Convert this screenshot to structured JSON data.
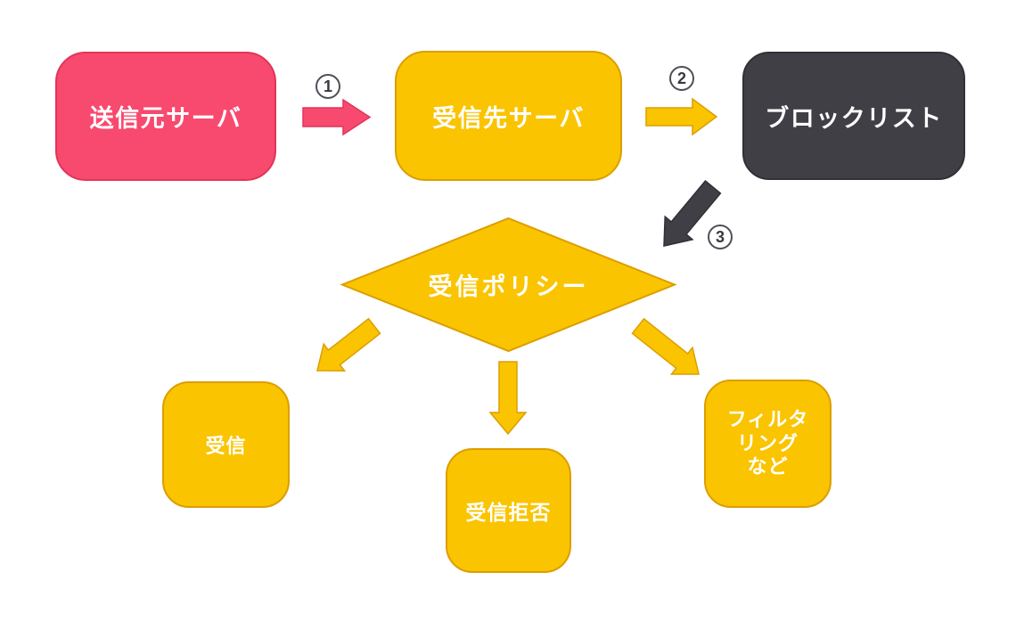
{
  "diagram": {
    "type": "flowchart",
    "background_color": "#FFFFFF",
    "colors": {
      "pink_fill": "#F8496E",
      "pink_stroke": "#E23459",
      "yellow_fill": "#FAC400",
      "yellow_stroke": "#DC9E00",
      "dark_fill": "#413F46",
      "dark_stroke": "#313036",
      "node_text": "#FFFFFF",
      "badge_text": "#3A383F",
      "badge_border": "#504E56"
    },
    "nodes": {
      "source": {
        "label": "送信元サーバ",
        "shape": "rounded-rect",
        "color": "#F8496E"
      },
      "destination": {
        "label": "受信先サーバ",
        "shape": "rounded-rect",
        "color": "#FAC400"
      },
      "blocklist": {
        "label": "ブロックリスト",
        "shape": "rounded-rect",
        "color": "#413F46"
      },
      "policy": {
        "label": "受信ポリシー",
        "shape": "diamond",
        "color": "#FAC400"
      },
      "accept": {
        "label": "受信",
        "shape": "rounded-rect",
        "color": "#FAC400"
      },
      "reject": {
        "label": "受信拒否",
        "shape": "rounded-rect",
        "color": "#FAC400"
      },
      "filtering": {
        "label": "フィルタ\nリング\nなど",
        "shape": "rounded-rect",
        "color": "#FAC400"
      }
    },
    "badges": {
      "step1": "1",
      "step2": "2",
      "step3": "3"
    },
    "edges": [
      {
        "step": "1",
        "from": "source",
        "to": "destination",
        "color": "#F8496E",
        "direction": "right"
      },
      {
        "step": "2",
        "from": "destination",
        "to": "blocklist",
        "color": "#FAC400",
        "direction": "right"
      },
      {
        "step": "3",
        "from": "blocklist",
        "to": "policy",
        "color": "#413F46",
        "direction": "down-left"
      },
      {
        "from": "policy",
        "to": "accept",
        "color": "#FAC400",
        "direction": "down-left"
      },
      {
        "from": "policy",
        "to": "reject",
        "color": "#FAC400",
        "direction": "down"
      },
      {
        "from": "policy",
        "to": "filtering",
        "color": "#FAC400",
        "direction": "down-right"
      }
    ]
  }
}
